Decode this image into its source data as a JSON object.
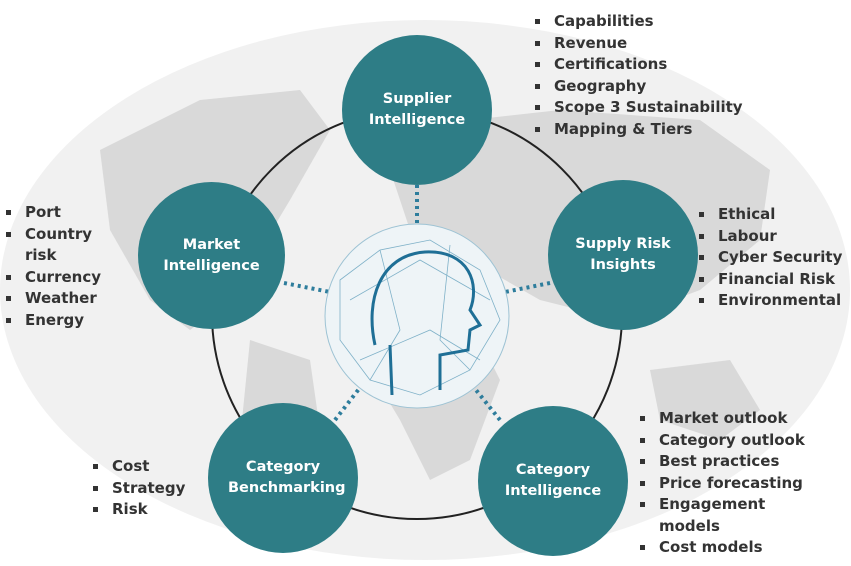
{
  "colors": {
    "node": "#2e7d86",
    "ring": "#222222",
    "dots": "#2e7d9c",
    "map": "#d9d9d9"
  },
  "center": {
    "icon": "brain-network-globe-icon"
  },
  "nodes": [
    {
      "id": "supplier",
      "label": "Supplier Intelligence",
      "items": [
        "Capabilities",
        "Revenue",
        "Certifications",
        "Geography",
        "Scope 3 Sustainability",
        "Mapping & Tiers"
      ]
    },
    {
      "id": "market",
      "label": "Market Intelligence",
      "items": [
        "Port",
        "Country risk",
        "Currency",
        "Weather",
        "Energy"
      ]
    },
    {
      "id": "risk",
      "label": "Supply Risk Insights",
      "items": [
        "Ethical",
        "Labour",
        "Cyber Security",
        "Financial Risk",
        "Environmental"
      ]
    },
    {
      "id": "benchmark",
      "label": "Category Benchmarking",
      "items": [
        "Cost",
        "Strategy",
        "Risk"
      ]
    },
    {
      "id": "category",
      "label": "Category Intelligence",
      "items": [
        "Market outlook",
        "Category outlook",
        "Best practices",
        "Price forecasting",
        "Engagement models",
        "Cost models"
      ]
    }
  ]
}
